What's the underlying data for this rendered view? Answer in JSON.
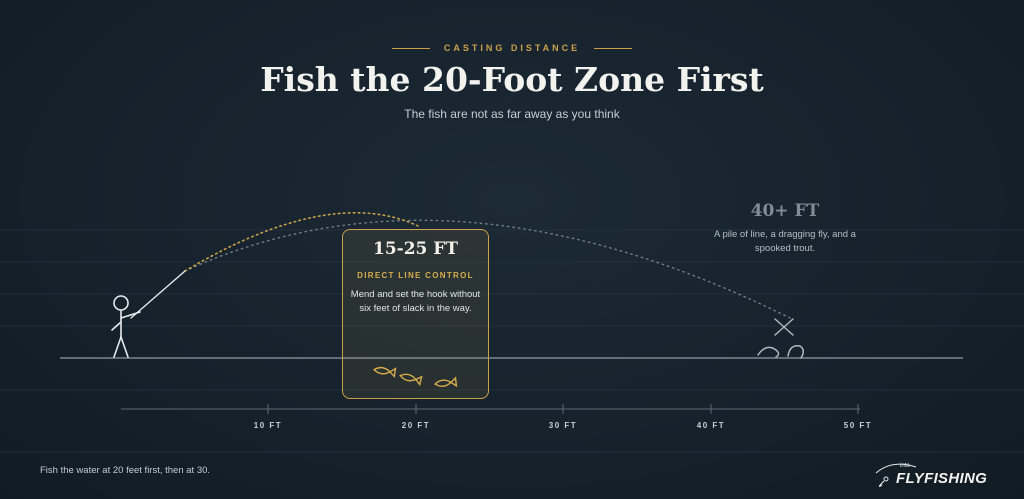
{
  "header": {
    "kicker": "CASTING DISTANCE",
    "title": "Fish the 20-Foot Zone First",
    "subtitle": "The fish are not as far away as you think"
  },
  "zone": {
    "range": "15-25 FT",
    "label": "DIRECT LINE CONTROL",
    "description": "Mend and set the hook without six feet of slack in the way."
  },
  "far_zone": {
    "range": "40+ FT",
    "description": "A pile of line, a dragging fly, and a spooked trout."
  },
  "scale": {
    "ticks": [
      "10 FT",
      "20 FT",
      "30 FT",
      "40 FT",
      "50 FT"
    ]
  },
  "footnote": "Fish the water at 20 feet first, then at 30.",
  "logo": {
    "small": "into",
    "brand": "FLYFISHING"
  },
  "colors": {
    "accent": "#c9a24a",
    "background": "#15212b",
    "line": "#8e9ba5"
  }
}
